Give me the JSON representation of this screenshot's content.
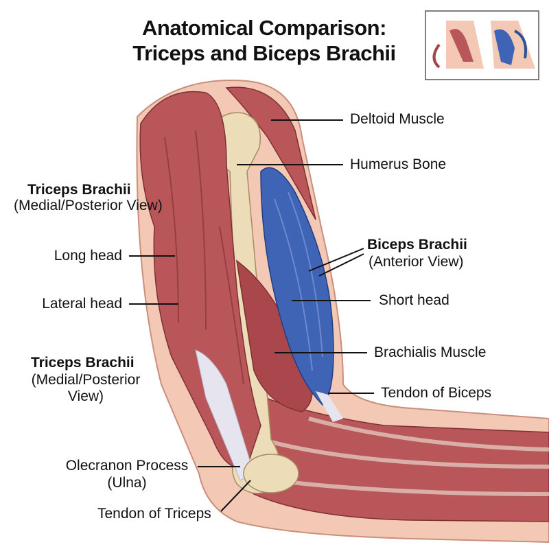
{
  "title": {
    "line1": "Anatomical Comparison:",
    "line2": "Triceps and Biceps Brachii"
  },
  "labels": {
    "deltoid": "Deltoid Muscle",
    "humerus": "Humerus Bone",
    "biceps_title": "Biceps Brachii",
    "biceps_view": "(Anterior View)",
    "short_head": "Short head",
    "brachialis": "Brachialis Muscle",
    "tendon_biceps": "Tendon of Biceps",
    "triceps_title_1": "Triceps Brachii",
    "triceps_view_1": "(Medial/Posterior View)",
    "long_head": "Long head",
    "lateral_head": "Lateral head",
    "triceps_title_2": "Triceps Brachii",
    "triceps_view_2a": "(Medial/Posterior",
    "triceps_view_2b": "View)",
    "olecranon_a": "Olecranon Process",
    "olecranon_b": "(Ulna)",
    "tendon_triceps": "Tendon of Triceps"
  },
  "colors": {
    "muscle": "#b8565a",
    "biceps": "#3f63b5",
    "bone": "#ecdcb8",
    "skin": "#f3c9b6",
    "tendon": "#e6e4ee"
  }
}
